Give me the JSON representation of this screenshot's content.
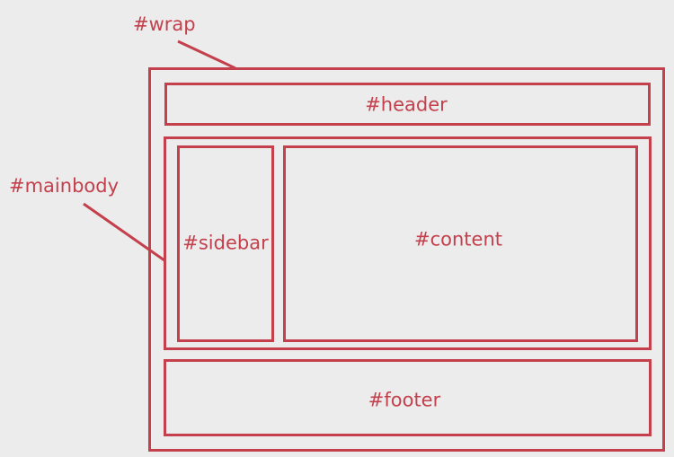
{
  "diagram": {
    "stroke_color": "#c3404c",
    "background_color": "#ececec",
    "labels": {
      "wrap": "#wrap",
      "header": "#header",
      "mainbody": "#mainbody",
      "sidebar": "#sidebar",
      "content": "#content",
      "footer": "#footer"
    }
  }
}
